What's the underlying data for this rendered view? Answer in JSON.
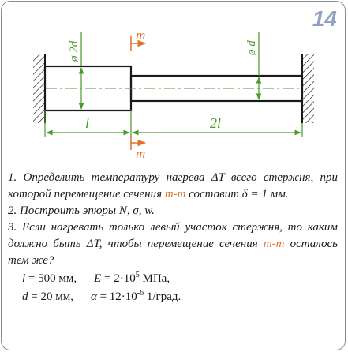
{
  "task": {
    "number": "14"
  },
  "figure": {
    "labels": {
      "left_diameter": "ø 2d",
      "right_diameter": "ø d",
      "left_length": "l",
      "right_length": "2l",
      "section_top": "m",
      "section_bottom": "m"
    },
    "colors": {
      "rod": "#1a1a1a",
      "dimension": "#4a9a2c",
      "section": "#e0702a",
      "axis": "#4a9a2c"
    }
  },
  "problem": {
    "item1": {
      "prefix": "1. Определить температуру нагрева ΔT всего стержня, при которой перемещение сечения ",
      "section": "m-m",
      "suffix": " составит δ = 1 мм."
    },
    "item2": {
      "text": "2. Построить эпюры N, σ, w."
    },
    "item3": {
      "prefix": "3. Если нагревать только левый участок стержня, то каким должно быть ΔT, чтобы перемещение сечения ",
      "section": "m-m",
      "suffix": " осталось тем же?"
    },
    "given": {
      "l_sym": "l",
      "l_val": " = 500 мм,",
      "E_sym": "E",
      "E_val": " = 2·10",
      "E_exp": "5",
      "E_unit": " МПа,",
      "d_sym": "d",
      "d_val": " = 20 мм,",
      "a_sym": "α",
      "a_val": " = 12·10",
      "a_exp": "-6",
      "a_unit": " 1/град."
    }
  }
}
